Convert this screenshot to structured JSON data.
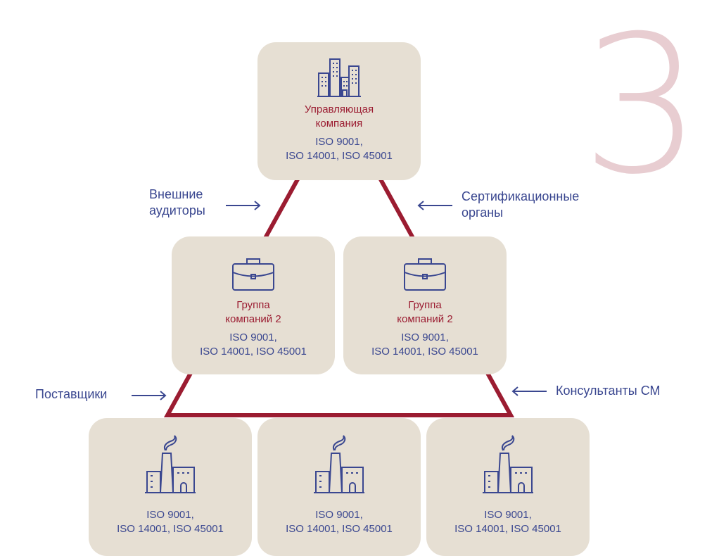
{
  "step_number": "3",
  "top_card": {
    "name_lines": [
      "Управляющая",
      "компания"
    ],
    "iso_lines": [
      "ISO 9001,",
      "ISO 14001, ISO 45001"
    ],
    "icon": "office-buildings-icon"
  },
  "middle_cards": [
    {
      "name_lines": [
        "Группа",
        "компаний 2"
      ],
      "iso_lines": [
        "ISO 9001,",
        "ISO 14001, ISO 45001"
      ],
      "icon": "briefcase-icon"
    },
    {
      "name_lines": [
        "Группа",
        "компаний 2"
      ],
      "iso_lines": [
        "ISO 9001,",
        "ISO 14001, ISO 45001"
      ],
      "icon": "briefcase-icon"
    }
  ],
  "bottom_cards": [
    {
      "iso_lines": [
        "ISO 9001,",
        "ISO 14001, ISO 45001"
      ],
      "icon": "factory-icon"
    },
    {
      "iso_lines": [
        "ISO 9001,",
        "ISO 14001, ISO 45001"
      ],
      "icon": "factory-icon"
    },
    {
      "iso_lines": [
        "ISO 9001,",
        "ISO 14001, ISO 45001"
      ],
      "icon": "factory-icon"
    }
  ],
  "labels": {
    "external_auditors": [
      "Внешние",
      "аудиторы"
    ],
    "certification_bodies": [
      "Сертификационные",
      "органы"
    ],
    "suppliers": [
      "Поставщики"
    ],
    "consultants": [
      "Консультанты СМ"
    ]
  },
  "colors": {
    "card_background": "#e6dfd3",
    "accent_red": "#9b1c31",
    "text_blue": "#3a4790",
    "number_pink": "#e8cdd1"
  }
}
